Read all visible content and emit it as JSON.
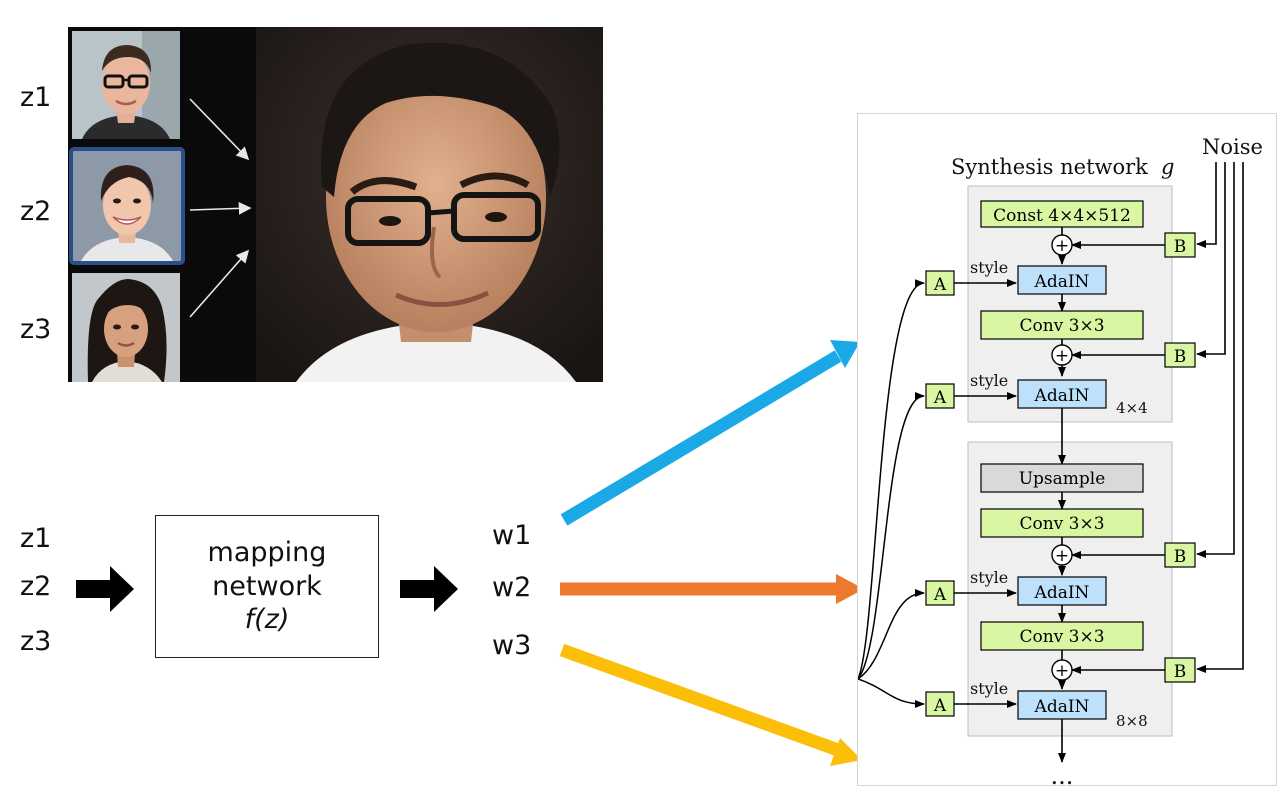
{
  "photos": {
    "labels": [
      "z1",
      "z2",
      "z3"
    ]
  },
  "mapping": {
    "inputs": [
      "z1",
      "z2",
      "z3"
    ],
    "box_line1": "mapping",
    "box_line2": "network",
    "box_line3": "f(z)",
    "outputs": [
      "w1",
      "w2",
      "w3"
    ]
  },
  "arrow_colors": {
    "w1": "#1aa9e6",
    "w2": "#ec7a2e",
    "w3": "#fbbf0a",
    "block_arrow": "#000000"
  },
  "synthesis": {
    "title": "Synthesis network",
    "title_var": "g",
    "noise_label": "Noise",
    "const_label": "Const 4×4×512",
    "adain_label": "AdaIN",
    "conv_label": "Conv 3×3",
    "upsample_label": "Upsample",
    "style_label": "style",
    "a_label": "A",
    "b_label": "B",
    "plus_symbol": "+",
    "res1": "4×4",
    "res2": "8×8",
    "ellipsis": "...",
    "colors": {
      "green": "#d9f7a3",
      "blue": "#bde0fb",
      "gray_block": "#d9d9d9",
      "panel_bg": "#efefef"
    }
  }
}
